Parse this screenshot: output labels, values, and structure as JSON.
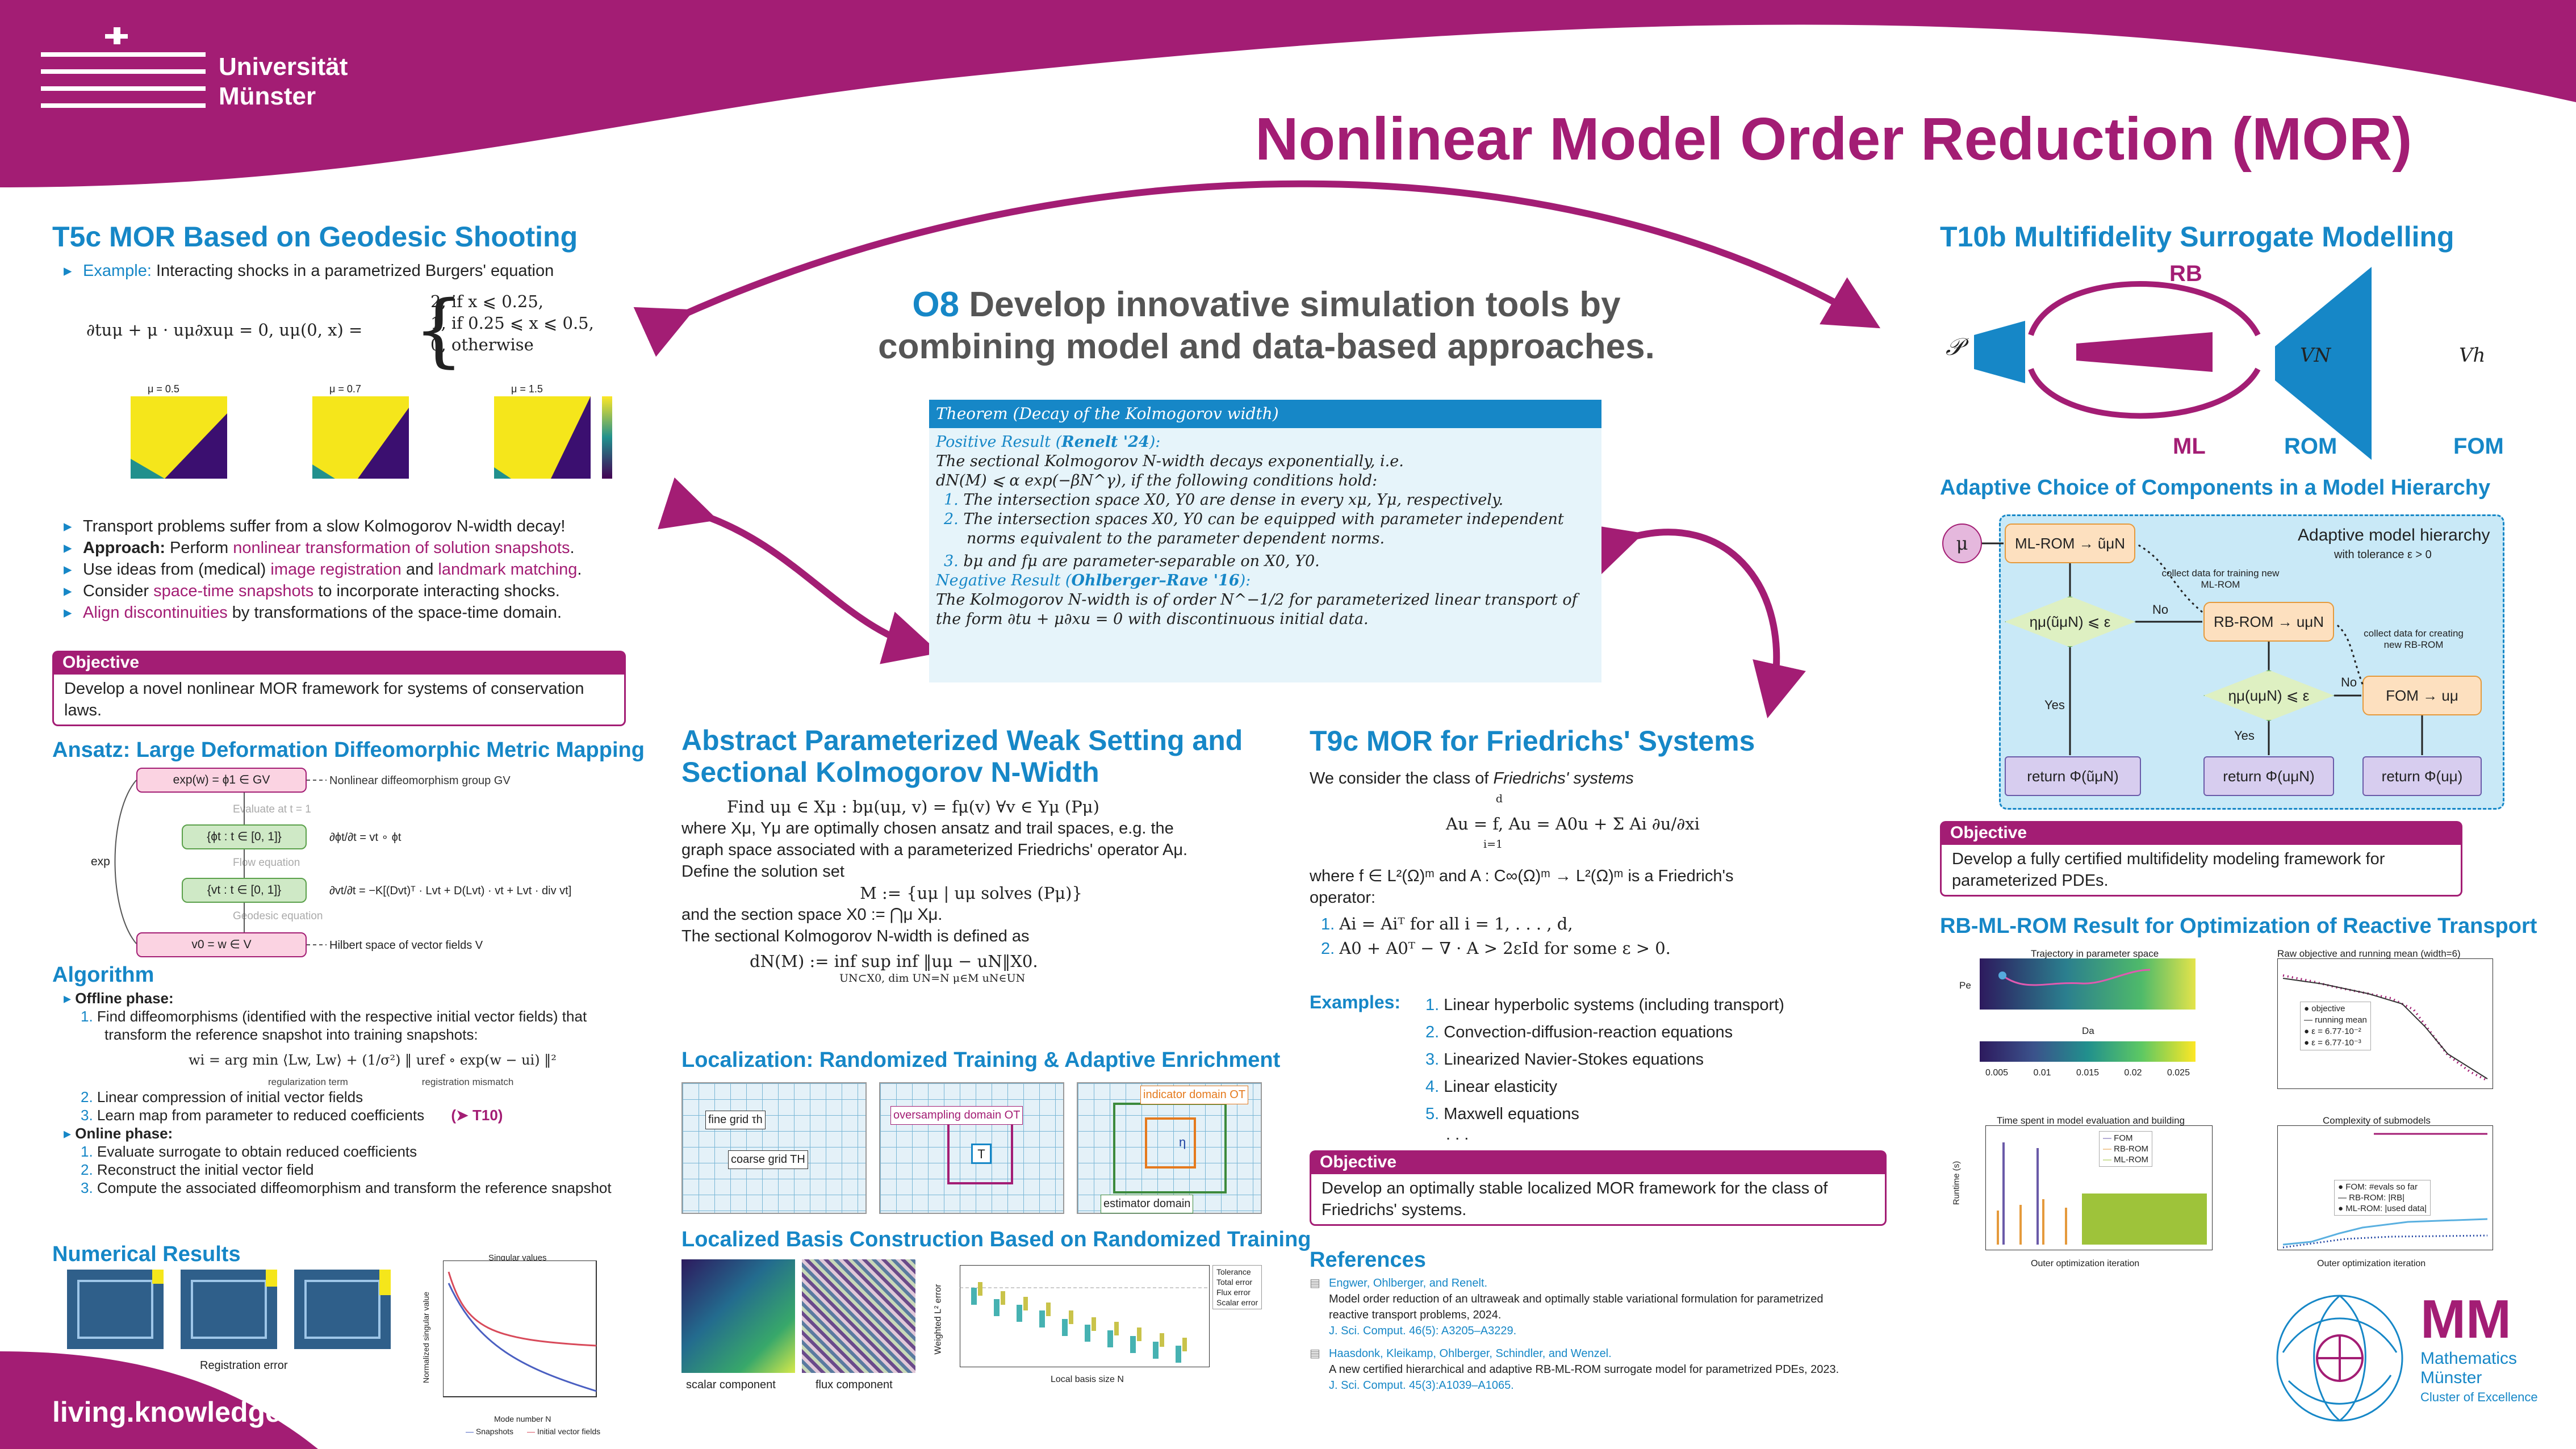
{
  "header": {
    "university_line1": "Universität",
    "university_line2": "Münster",
    "title": "Nonlinear Model Order Reduction (MOR)",
    "footer": "living.knowledge"
  },
  "o8": {
    "label": "O8",
    "text_line1": "Develop innovative simulation tools by",
    "text_line2": "combining model and data-based approaches."
  },
  "theorem": {
    "title": "Theorem (Decay of the Kolmogorov width)",
    "pos_label": "Positive Result (",
    "pos_ref": "Renelt '24",
    "pos_end": "):",
    "l1": "The sectional Kolmogorov N-width decays exponentially, i.e.",
    "l2": "dN(M) ⩽ α exp(−βN^γ), if the following conditions hold:",
    "c1": "The intersection space X0, Y0 are dense in every xμ, Yμ, respectively.",
    "c2a": "The intersection spaces X0, Y0 can be equipped with parameter independent",
    "c2b": "norms equivalent to the parameter dependent norms.",
    "c3": "bμ and fμ are parameter-separable on X0, Y0.",
    "neg_label": "Negative Result (",
    "neg_ref": "Ohlberger–Rave '16",
    "neg_end": "):",
    "n1": "The Kolmogorov N-width is of order N^−1/2 for parameterized linear transport of",
    "n2": "the form ∂tu + μ∂xu = 0 with discontinuous initial data."
  },
  "t5c": {
    "title": "T5c MOR Based on Geodesic Shooting",
    "ex_label": "Example:",
    "ex_text": "Interacting shocks in a parametrized Burgers' equation",
    "eq_left": "∂tuμ + μ · uμ∂xuμ = 0,     uμ(0, x) =",
    "case1": "2,    if x ⩽ 0.25,",
    "case2": "1,    if 0.25 ⩽ x ⩽ 0.5,",
    "case3": "0,    otherwise",
    "panels": [
      "μ = 0.5",
      "μ = 0.7",
      "μ = 1.5"
    ],
    "b1": "Transport problems suffer from a slow Kolmogorov N-width decay!",
    "b2a": "Approach:",
    "b2b": " Perform ",
    "b2c": "nonlinear transformation of solution snapshots",
    "b2d": ".",
    "b3a": "Use ideas from (medical) ",
    "b3b": "image registration",
    "b3c": " and ",
    "b3d": "landmark matching",
    "b3e": ".",
    "b4a": "Consider ",
    "b4b": "space-time snapshots",
    "b4c": " to incorporate interacting shocks.",
    "b5a": "Align discontinuities",
    "b5b": " by transformations of the space-time domain.",
    "obj_head": "Objective",
    "obj_text": "Develop a novel nonlinear MOR framework for systems of conservation laws."
  },
  "ansatz": {
    "title": "Ansatz: Large Deformation Diffeomorphic Metric Mapping",
    "n1": "exp(w) = ϕ1 ∈ GV",
    "n1r": "Nonlinear diffeomorphism group GV",
    "n1b": "Evaluate at t = 1",
    "n2": "{ϕt : t ∈ [0, 1]}",
    "n2r": "∂ϕt/∂t = vt ∘ ϕt",
    "n2b": "Flow equation",
    "n3": "{vt : t ∈ [0, 1]}",
    "n3r": "∂vt/∂t = −K[(Dvt)ᵀ · Lvt + D(Lvt) · vt + Lvt · div vt]",
    "n3b": "Geodesic equation",
    "n4": "v0 = w ∈ V",
    "n4r": "Hilbert space of vector fields V",
    "exp": "exp"
  },
  "algorithm": {
    "title": "Algorithm",
    "offline": "Offline phase:",
    "o1": "Find diffeomorphisms (identified with the respective initial vector fields) that",
    "o1b": "transform the reference snapshot into training snapshots:",
    "formula": "wi = arg min ⟨Lw, Lw⟩ + (1/σ²) ‖ uref ∘ exp(w − ui) ‖²",
    "reg_term": "regularization term",
    "reg_mis": "registration mismatch",
    "o2": "Linear compression of initial vector fields",
    "o3": "Learn map from parameter to reduced coefficients",
    "o3ref": "(➤ T10)",
    "online": "Online phase:",
    "p1": "Evaluate surrogate to obtain reduced coefficients",
    "p2": "Reconstruct the initial vector field",
    "p3": "Compute the associated diffeomorphism and transform the reference snapshot"
  },
  "numres": {
    "title": "Numerical Results",
    "xlabel": "Registration error",
    "sv_title": "Singular values",
    "sv_x": "Mode number N",
    "sv_y": "Normalized singular value",
    "leg1": "Snapshots",
    "leg2": "Initial vector fields"
  },
  "abstract": {
    "title1": "Abstract Parameterized Weak Setting and",
    "title2": "Sectional Kolmogorov N-Width",
    "eq1": "Find uμ ∈ Xμ :        bμ(uμ, v) = fμ(v)      ∀v ∈ Yμ          (Pμ)",
    "t1": "where Xμ, Yμ are optimally chosen ansatz and trail spaces, e.g. the",
    "t2": "graph space associated with a parameterized Friedrichs' operator Aμ.",
    "t3": "Define the solution set",
    "eq2": "M := {uμ | uμ solves (Pμ)}",
    "t4": "and the section space X0 := ⋂μ Xμ.",
    "t5": "The sectional Kolmogorov N-width is defined as",
    "eq3": "dN(M) :=     inf        sup   inf   ‖uμ − uN‖X0.",
    "eq3sub": "UN⊂X0, dim UN=N  μ∈M  uN∈UN"
  },
  "local": {
    "title": "Localization: Randomized Training & Adaptive Enrichment",
    "fine": "fine grid τh",
    "coarse": "coarse grid TH",
    "overs": "oversampling domain OT",
    "T": "T",
    "indic": "indicator domain OT",
    "estim": "estimator domain",
    "eta": "η"
  },
  "lbasis": {
    "title": "Localized Basis Construction Based on Randomized Training",
    "scalar": "scalar component",
    "flux": "flux component",
    "xlab": "Local basis size N",
    "ylab": "Weighted L² error",
    "legend": [
      "Tolerance",
      "Total error",
      "Flux error",
      "Scalar error"
    ]
  },
  "t9c": {
    "title": "T9c MOR for Friedrichs' Systems",
    "intro": "We consider the class of ",
    "intro_it": "Friedrichs' systems",
    "eq": "Au = f,        Au = A0u + Σ Ai ∂u/∂xi",
    "sum_top": "d",
    "sum_bot": "i=1",
    "w1": "where f ∈ L²(Ω)ᵐ and A : C∞(Ω)ᵐ → L²(Ω)ᵐ is a Friedrich's",
    "w2": "operator:",
    "c1": "Ai = Aiᵀ for all i = 1, . . . , d,",
    "c2": "A0 + A0ᵀ − ∇ · A  >  2εId for some ε > 0.",
    "ex_label": "Examples:",
    "ex": [
      "Linear hyperbolic systems (including transport)",
      "Convection-diffusion-reaction equations",
      "Linearized Navier-Stokes equations",
      "Linear elasticity",
      "Maxwell equations"
    ],
    "dots": ". . .",
    "obj_head": "Objective",
    "obj_text": "Develop an optimally stable localized MOR framework for the class of Friedrichs' systems."
  },
  "refs": {
    "title": "References",
    "r1a": "Engwer, Ohlberger, and Renelt.",
    "r1b": "Model order reduction of an ultraweak and optimally stable variational formulation for parametrized",
    "r1c": "reactive transport problems, 2024.",
    "r1d": "J. Sci. Comput. 46(5): A3205–A3229.",
    "r2a": "Haasdonk, Kleikamp, Ohlberger, Schindler, and Wenzel.",
    "r2b": "A new certified hierarchical and adaptive RB-ML-ROM surrogate model for parametrized PDEs, 2023.",
    "r2c": "J. Sci. Comput. 45(3):A1039–A1065."
  },
  "t10b": {
    "title": "T10b Multifidelity Surrogate Modelling",
    "P": "𝒫",
    "RB": "RB",
    "VN": "VN",
    "Vh": "Vh",
    "ML": "ML",
    "ROM": "ROM",
    "FOM": "FOM",
    "adaptive_title": "Adaptive Choice of Components in a Model Hierarchy",
    "hier_title": "Adaptive model hierarchy",
    "hier_sub": "with tolerance ε > 0",
    "mu": "μ",
    "mlrom": "ML-ROM → ũμN",
    "rbrom": "RB-ROM → uμN",
    "fom": "FOM → uμ",
    "cond1": "ημ(ũμN) ⩽ ε",
    "cond2": "ημ(uμN) ⩽ ε",
    "collect1": "collect data for training new ML-ROM",
    "collect2": "collect data for creating new RB-ROM",
    "yes": "Yes",
    "no": "No",
    "ret1": "return Φ(ũμN)",
    "ret2": "return Φ(uμN)",
    "ret3": "return Φ(uμ)",
    "obj_head": "Objective",
    "obj_text": "Develop a fully certified multifidelity modeling framework for parameterized PDEs."
  },
  "rbml": {
    "title": "RB-ML-ROM Result for Optimization of Reactive Transport",
    "traj_title": "Trajectory in parameter space",
    "traj_x": "Da",
    "traj_y": "Pe",
    "cb": [
      "0.005",
      "0.01",
      "0.015",
      "0.02",
      "0.025"
    ],
    "raw_title": "Raw objective and running mean (width=6)",
    "raw_legend": [
      "objective",
      "running mean",
      "ε = 6.77·10⁻²",
      "ε = 6.77·10⁻³"
    ],
    "time_title": "Time spent in model evaluation and building",
    "time_legend": [
      "FOM",
      "RB-ROM",
      "ML-ROM"
    ],
    "time_y": "Runtime (s)",
    "comp_title": "Complexity of submodels",
    "comp_legend": [
      "FOM: #evals so far",
      "RB-ROM: |RB|",
      "ML-ROM: |used data|"
    ],
    "xlab": "Outer optimization iteration"
  },
  "mm": {
    "logo": "MM",
    "l1": "Mathematics",
    "l2": "Münster",
    "l3": "Cluster of Excellence"
  }
}
